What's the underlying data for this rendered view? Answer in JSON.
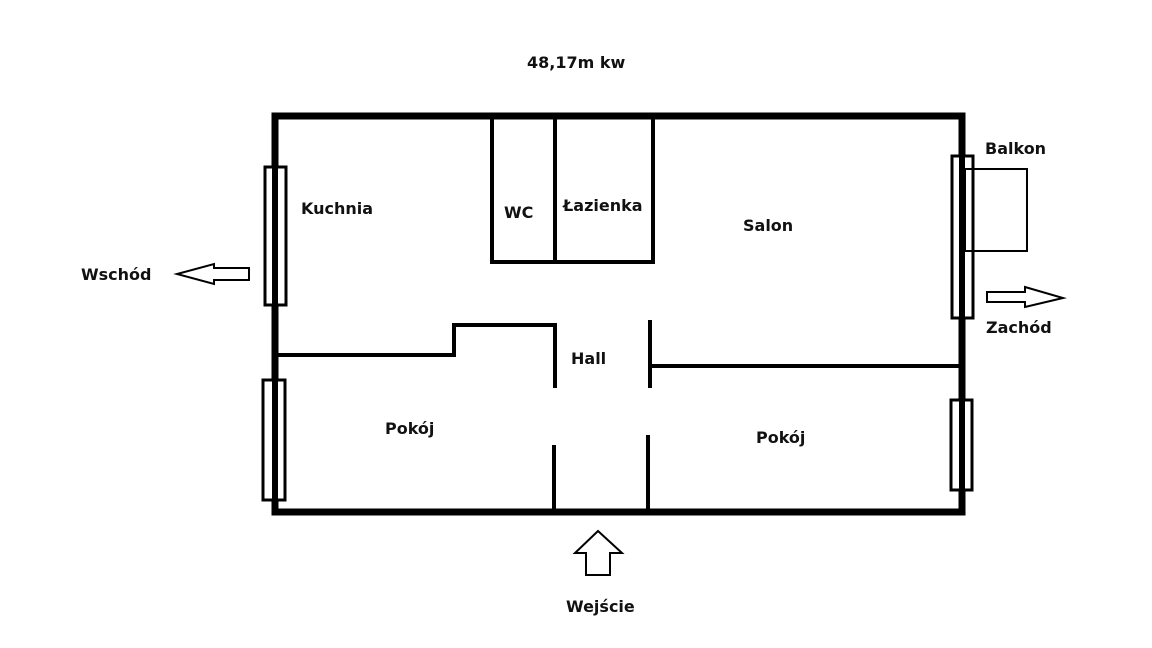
{
  "title": "48,17m kw",
  "rooms": {
    "kitchen": "Kuchnia",
    "wc": "WC",
    "bathroom": "Łazienka",
    "living_room": "Salon",
    "hall": "Hall",
    "room_left": "Pokój",
    "room_right": "Pokój",
    "balcony": "Balkon"
  },
  "directions": {
    "east": "Wschód",
    "west": "Zachód",
    "entrance": "Wejście"
  },
  "colors": {
    "wall": "#000000",
    "background": "#ffffff"
  }
}
